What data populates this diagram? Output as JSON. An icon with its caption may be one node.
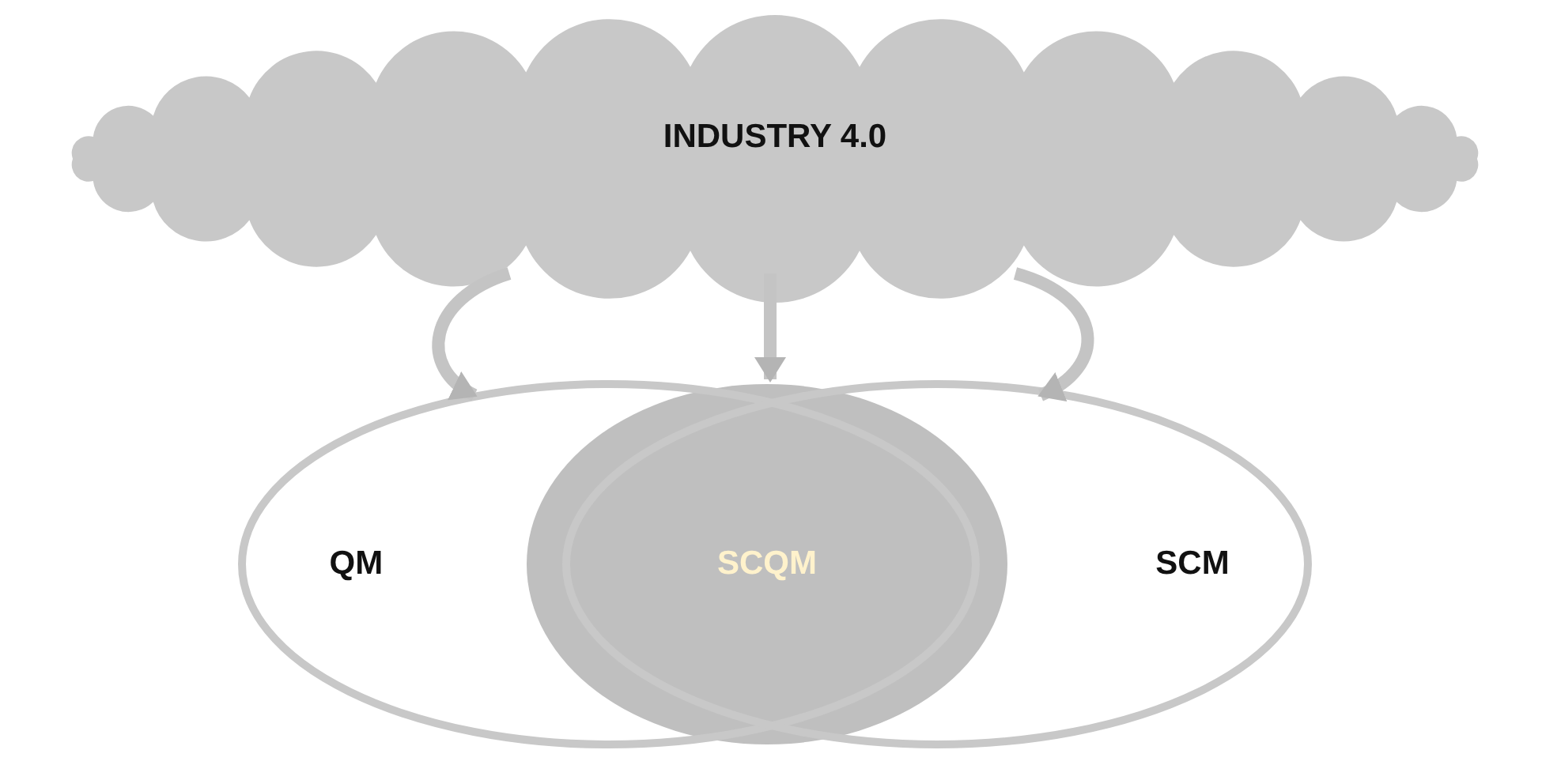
{
  "diagram": {
    "nodes": [
      {
        "text": [
          "INDUSTRY 4.0"
        ]
      },
      {
        "text": [
          "QM"
        ]
      },
      {
        "text": [
          "SCQM"
        ]
      },
      {
        "text": [
          "SCM"
        ]
      }
    ],
    "edges": [
      {
        "from": 0,
        "to": 1,
        "arrow": "to"
      },
      {
        "from": 0,
        "to": 2,
        "arrow": "to"
      },
      {
        "from": 0,
        "to": 3,
        "arrow": "to"
      }
    ]
  }
}
